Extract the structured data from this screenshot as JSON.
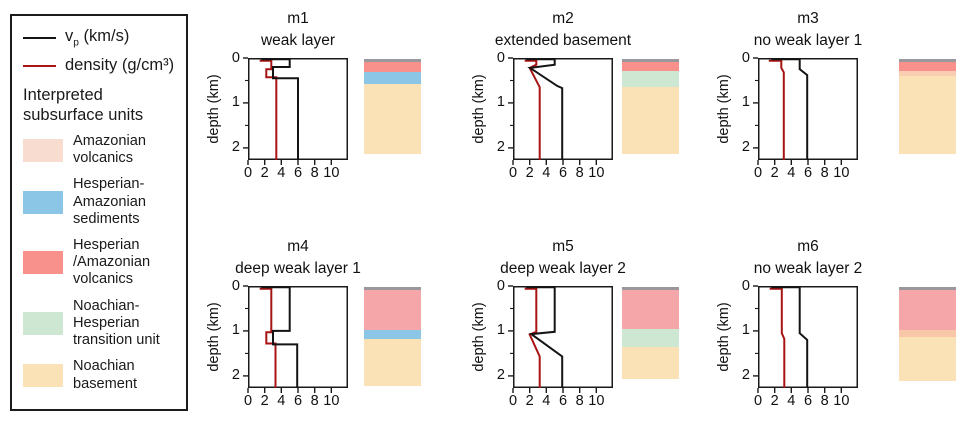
{
  "figure": {
    "background": "#ffffff",
    "vp_color": "#141414",
    "density_color": "#a81414",
    "axes_color": "#1a1a1a"
  },
  "legend": {
    "vp_label": {
      "pre": "v",
      "sub": "p",
      "post": " (km/s)"
    },
    "density_label": "density (g/cm³)",
    "heading": "Interpreted subsurface units",
    "units": [
      {
        "name": "Amazonian volcanics",
        "label_lines": [
          "Amazonian",
          "volcanics"
        ],
        "color": "#f9dcd0"
      },
      {
        "name": "Hesperian-Amazonian sediments",
        "label_lines": [
          "Hesperian-",
          "Amazonian",
          "sediments"
        ],
        "color": "#8cc6e7"
      },
      {
        "name": "Hesperian/Amazonian volcanics",
        "label_lines": [
          "Hesperian",
          "/Amazonian",
          "volcanics"
        ],
        "color": "#f8908c"
      },
      {
        "name": "Noachian-Hesperian transition unit",
        "label_lines": [
          "Noachian-",
          "Hesperian",
          "transition unit"
        ],
        "color": "#cde7d3"
      },
      {
        "name": "Noachian basement",
        "label_lines": [
          "Noachian",
          "basement"
        ],
        "color": "#fbe2b6"
      }
    ]
  },
  "chart_data": {
    "type": "line",
    "description": "Six 1-D subsurface models (m1-m6): vp (km/s, black) and density (g/cm3, dark red) versus depth, each with an interpreted stratigraphic column",
    "xlim": [
      0,
      12
    ],
    "ylim": [
      0,
      2.27
    ],
    "xticks": [
      0,
      2,
      4,
      6,
      8,
      10
    ],
    "yticks": [
      0,
      1,
      2
    ],
    "y_minor_ticks": [
      0.5,
      1.5
    ],
    "ylabel": "depth (km)",
    "series_units": {
      "vp": "km/s",
      "density": "g/cm³"
    },
    "models": [
      {
        "id": "m1",
        "subtitle": "weak layer",
        "vp": [
          [
            1.6,
            0.03
          ],
          [
            5,
            0.03
          ],
          [
            5,
            0.2
          ],
          [
            3,
            0.2
          ],
          [
            3,
            0.45
          ],
          [
            6,
            0.45
          ],
          [
            6,
            2.27
          ]
        ],
        "density": [
          [
            1.4,
            0.06
          ],
          [
            2.8,
            0.06
          ],
          [
            2.8,
            0.25
          ],
          [
            2.2,
            0.25
          ],
          [
            2.2,
            0.43
          ],
          [
            3.4,
            0.43
          ],
          [
            3.4,
            2.27
          ]
        ],
        "column": [
          {
            "unit": "surface",
            "color": "#9a989c",
            "from_km": 0,
            "to_km": 0.07
          },
          {
            "unit": "Hesperian/Amazonian volcanics",
            "color": "#f8908c",
            "from_km": 0.07,
            "to_km": 0.3
          },
          {
            "unit": "Hesperian-Amazonian sediments",
            "color": "#8cc6e7",
            "from_km": 0.3,
            "to_km": 0.55
          },
          {
            "unit": "Noachian basement",
            "color": "#fbe2b6",
            "from_km": 0.55,
            "to_km": 2.12
          }
        ]
      },
      {
        "id": "m2",
        "subtitle": "extended basement",
        "vp": [
          [
            1.6,
            0.03
          ],
          [
            5,
            0.03
          ],
          [
            5,
            0.15
          ],
          [
            2.05,
            0.22
          ],
          [
            5.3,
            0.62
          ],
          [
            5.9,
            0.67
          ],
          [
            5.9,
            2.27
          ]
        ],
        "density": [
          [
            1.4,
            0.06
          ],
          [
            2.8,
            0.06
          ],
          [
            2.8,
            0.15
          ],
          [
            2.0,
            0.22
          ],
          [
            3.2,
            0.65
          ],
          [
            3.2,
            2.27
          ]
        ],
        "column": [
          {
            "unit": "surface",
            "color": "#9a989c",
            "from_km": 0,
            "to_km": 0.07
          },
          {
            "unit": "Hesperian/Amazonian volcanics",
            "color": "#f8908c",
            "from_km": 0.07,
            "to_km": 0.28
          },
          {
            "unit": "Noachian-Hesperian transition unit",
            "color": "#cde7d3",
            "from_km": 0.28,
            "to_km": 0.62
          },
          {
            "unit": "Noachian basement",
            "color": "#fbe2b6",
            "from_km": 0.62,
            "to_km": 2.12
          }
        ]
      },
      {
        "id": "m3",
        "subtitle": "no weak layer 1",
        "vp": [
          [
            1.6,
            0.03
          ],
          [
            5,
            0.03
          ],
          [
            5,
            0.25
          ],
          [
            5.9,
            0.38
          ],
          [
            5.9,
            2.27
          ]
        ],
        "density": [
          [
            1.3,
            0.06
          ],
          [
            2.8,
            0.06
          ],
          [
            2.8,
            0.22
          ],
          [
            3.1,
            0.32
          ],
          [
            3.1,
            2.27
          ]
        ],
        "column": [
          {
            "unit": "surface",
            "color": "#9a989c",
            "from_km": 0,
            "to_km": 0.07
          },
          {
            "unit": "Hesperian/Amazonian volcanics",
            "color": "#f8908c",
            "from_km": 0.07,
            "to_km": 0.26
          },
          {
            "unit": "Amazonian volcanics",
            "color": "#f8cdb2",
            "from_km": 0.26,
            "to_km": 0.38
          },
          {
            "unit": "Noachian basement",
            "color": "#fbe2b6",
            "from_km": 0.38,
            "to_km": 2.12
          }
        ]
      },
      {
        "id": "m4",
        "subtitle": "deep weak layer 1",
        "vp": [
          [
            1.6,
            0.03
          ],
          [
            5,
            0.03
          ],
          [
            5,
            1.0
          ],
          [
            3,
            1.0
          ],
          [
            3,
            1.3
          ],
          [
            5.9,
            1.3
          ],
          [
            5.9,
            2.27
          ]
        ],
        "density": [
          [
            1.4,
            0.06
          ],
          [
            2.8,
            0.06
          ],
          [
            2.8,
            1.03
          ],
          [
            2.2,
            1.03
          ],
          [
            2.2,
            1.28
          ],
          [
            3.3,
            1.28
          ],
          [
            3.3,
            2.27
          ]
        ],
        "column": [
          {
            "unit": "surface",
            "color": "#9a989c",
            "from_km": 0,
            "to_km": 0.06
          },
          {
            "unit": "Hesperian/Amazonian volcanics",
            "color": "#f5a6a9",
            "from_km": 0.06,
            "to_km": 0.95
          },
          {
            "unit": "Hesperian-Amazonian sediments",
            "color": "#8cc6e7",
            "from_km": 0.95,
            "to_km": 1.15
          },
          {
            "unit": "Noachian basement",
            "color": "#fbe2b6",
            "from_km": 1.15,
            "to_km": 2.2
          }
        ]
      },
      {
        "id": "m5",
        "subtitle": "deep weak layer 2",
        "vp": [
          [
            1.6,
            0.03
          ],
          [
            5,
            0.03
          ],
          [
            5,
            1.02
          ],
          [
            2.2,
            1.07
          ],
          [
            5.4,
            1.5
          ],
          [
            5.9,
            1.57
          ],
          [
            5.9,
            2.27
          ]
        ],
        "density": [
          [
            1.4,
            0.06
          ],
          [
            2.8,
            0.06
          ],
          [
            2.8,
            1.02
          ],
          [
            2.0,
            1.08
          ],
          [
            3.2,
            1.57
          ],
          [
            3.2,
            2.27
          ]
        ],
        "column": [
          {
            "unit": "surface",
            "color": "#9a989c",
            "from_km": 0,
            "to_km": 0.06
          },
          {
            "unit": "Hesperian/Amazonian volcanics",
            "color": "#f5a6a9",
            "from_km": 0.06,
            "to_km": 0.93
          },
          {
            "unit": "Noachian-Hesperian transition unit",
            "color": "#cde7d3",
            "from_km": 0.93,
            "to_km": 1.33
          },
          {
            "unit": "Noachian basement",
            "color": "#fbe2b6",
            "from_km": 1.33,
            "to_km": 2.05
          }
        ]
      },
      {
        "id": "m6",
        "subtitle": "no weak layer 2",
        "vp": [
          [
            1.6,
            0.03
          ],
          [
            5,
            0.03
          ],
          [
            5,
            1.05
          ],
          [
            5.9,
            1.2
          ],
          [
            5.9,
            2.27
          ]
        ],
        "density": [
          [
            1.4,
            0.06
          ],
          [
            2.85,
            0.06
          ],
          [
            2.85,
            1.05
          ],
          [
            3.15,
            1.18
          ],
          [
            3.15,
            2.27
          ]
        ],
        "column": [
          {
            "unit": "surface",
            "color": "#9a989c",
            "from_km": 0,
            "to_km": 0.06
          },
          {
            "unit": "Hesperian/Amazonian volcanics",
            "color": "#f5a6a9",
            "from_km": 0.06,
            "to_km": 0.95
          },
          {
            "unit": "Amazonian volcanics",
            "color": "#f7c7a8",
            "from_km": 0.95,
            "to_km": 1.12
          },
          {
            "unit": "Noachian basement",
            "color": "#fbe2b6",
            "from_km": 1.12,
            "to_km": 2.1
          }
        ]
      }
    ]
  }
}
